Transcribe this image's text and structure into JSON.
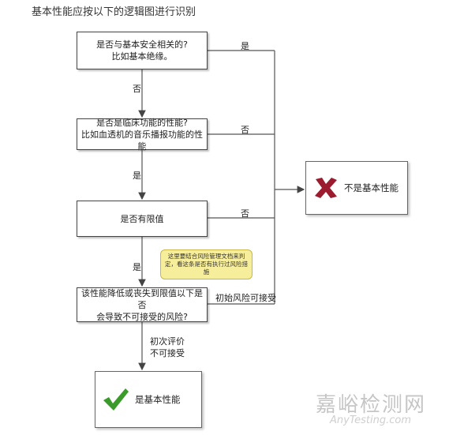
{
  "heading": "基本性能应按以下的逻辑图进行识别",
  "boxes": {
    "q1": {
      "line1": "是否与基本安全相关的?",
      "line2": "比如基本绝缘。"
    },
    "q2": {
      "line1": "是否是临床功能的性能?",
      "line2": "比如血透机的音乐播报功能的性能"
    },
    "q3": {
      "line1": "是否有限值"
    },
    "q4": {
      "line1": "该性能降低或丧失到限值以下是否",
      "line2": "会导致不可接受的风险?"
    }
  },
  "results": {
    "not_essential": "不是基本性能",
    "essential": "是基本性能"
  },
  "labels": {
    "q1_yes": "是",
    "q1_no": "否",
    "q2_no": "否",
    "q2_yes": "是",
    "q3_no": "否",
    "q3_yes": "是",
    "q4_accept": "初始风险可接受",
    "q4_eval_line1": "初次评价",
    "q4_eval_line2": "不可接受"
  },
  "note": "这里要结合风险管理文档来判定，看这条是否有执行过风险措施",
  "watermark": {
    "cn": "嘉峪检测网",
    "en": "AnyTesting.com"
  },
  "colors": {
    "cross": "#9b1c2e",
    "check": "#3a9a2a",
    "note_bg": "#f7ee9c"
  }
}
